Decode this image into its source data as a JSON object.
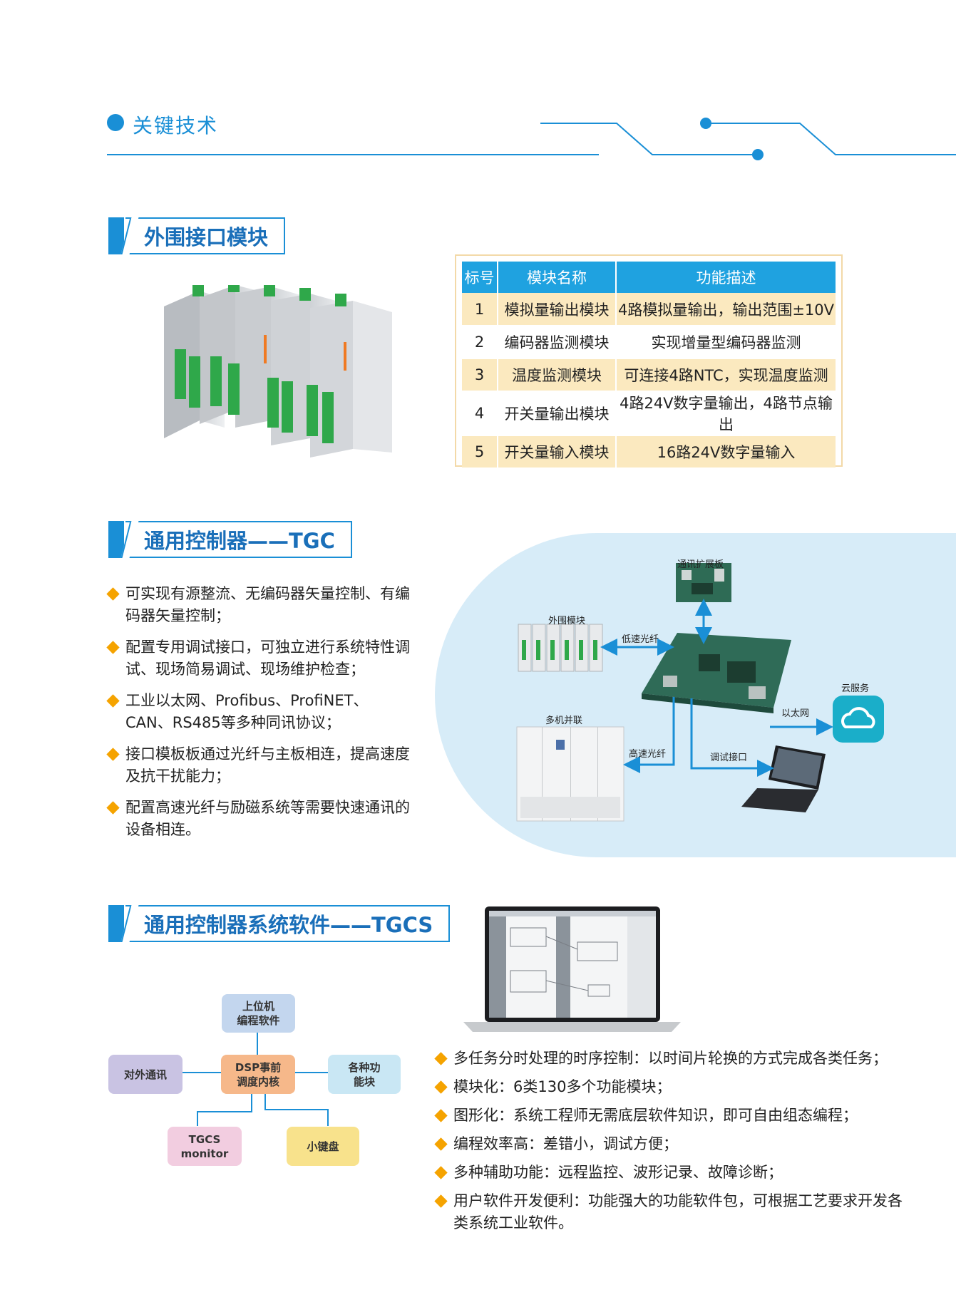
{
  "header": {
    "title": "关键技术"
  },
  "section1": {
    "title": "外围接口模块",
    "table": {
      "headers": [
        "标号",
        "模块名称",
        "功能描述"
      ],
      "rows": [
        [
          "1",
          "模拟量输出模块",
          "4路模拟量输出，输出范围±10V"
        ],
        [
          "2",
          "编码器监测模块",
          "实现增量型编码器监测"
        ],
        [
          "3",
          "温度监测模块",
          "可连接4路NTC，实现温度监测"
        ],
        [
          "4",
          "开关量输出模块",
          "4路24V数字量输出，4路节点输出"
        ],
        [
          "5",
          "开关量输入模块",
          "16路24V数字量输入"
        ]
      ]
    }
  },
  "section2": {
    "title": "通用控制器——TGC",
    "bullets": [
      "可实现有源整流、无编码器矢量控制、有编码器矢量控制；",
      "配置专用调试接口，可独立进行系统特性调试、现场简易调试、现场维护检查；",
      "工业以太网、Profibus、ProfiNET、CAN、RS485等多种同讯协议；",
      "接口模板板通过光纤与主板相连，提高速度及抗干扰能力；",
      "配置高速光纤与励磁系统等需要快速通讯的设备相连。"
    ],
    "diagram": {
      "comm_board": "通讯扩展板",
      "peripheral": "外围模块",
      "low_fiber": "低速光纤",
      "cloud": "云服务",
      "ethernet": "以太网",
      "parallel": "多机并联",
      "high_fiber": "高速光纤",
      "debug": "调试接口"
    }
  },
  "section3": {
    "title": "通用控制器系统软件——TGCS",
    "diagram": {
      "top": "上位机\n编程软件",
      "left": "对外通讯",
      "center": "DSP事前\n调度内核",
      "right": "各种功\n能块",
      "bottom_left": "TGCS\nmonitor",
      "bottom_right": "小键盘"
    },
    "bullets": [
      "多任务分时处理的时序控制：以时间片轮换的方式完成各类任务；",
      "模块化：6类130多个功能模块；",
      "图形化：系统工程师无需底层软件知识，即可自由组态编程；",
      "编程效率高：差错小，调试方便；",
      "多种辅助功能：远程监控、波形记录、故障诊断；",
      "用户软件开发便利：功能强大的功能软件包，可根据工艺要求开发各类系统工业软件。"
    ]
  },
  "colors": {
    "accent": "#1a8fd6",
    "table_header": "#1fa2e0",
    "row_highlight": "#fbe9bf",
    "bullet": "#f5a300",
    "bubble": "#d7ecf8"
  }
}
